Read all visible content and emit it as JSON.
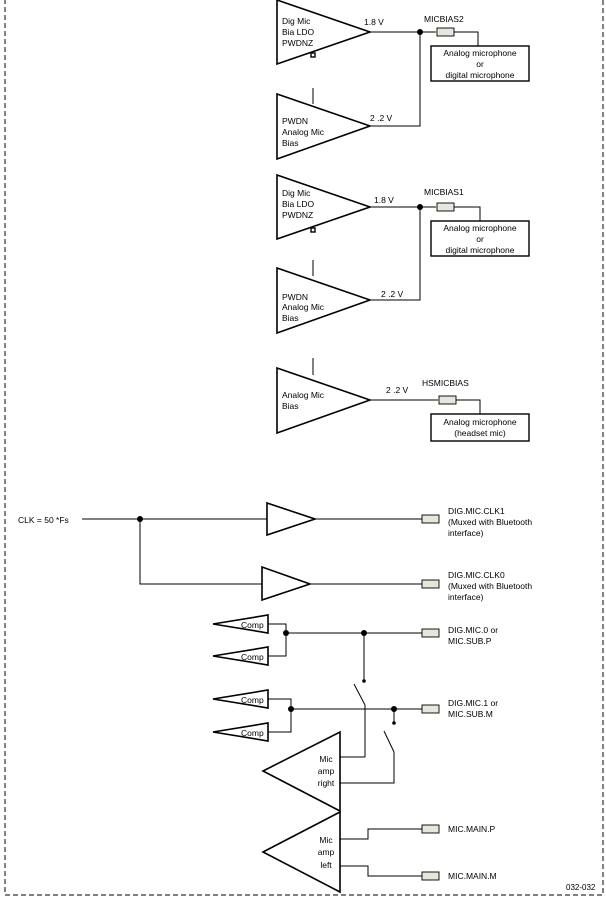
{
  "mic_bias_2": {
    "ldo_label": [
      "Dig Mic",
      "Bia LDO",
      "PWDNZ"
    ],
    "ldo_voltage": "1.8 V",
    "bias_label": [
      "PWDN",
      "Analog Mic",
      "Bias"
    ],
    "bias_voltage": "2 .2 V",
    "pin": "MICBIAS2",
    "load": [
      "Analog microphone",
      "or",
      "digital microphone"
    ]
  },
  "mic_bias_1": {
    "ldo_label": [
      "Dig Mic",
      "Bia LDO",
      "PWDNZ"
    ],
    "ldo_voltage": "1.8 V",
    "bias_label": [
      "PWDN",
      "Analog Mic",
      "Bias"
    ],
    "bias_voltage": "2 .2 V",
    "pin": "MICBIAS1",
    "load": [
      "Analog microphone",
      "or",
      "digital microphone"
    ]
  },
  "headset_bias": {
    "bias_label": [
      "Analog Mic",
      "Bias"
    ],
    "bias_voltage": "2 .2 V",
    "pin": "HSMICBIAS",
    "load": [
      "Analog microphone",
      "(headset mic)"
    ]
  },
  "clock": {
    "input": "CLK = 50 *Fs",
    "out1": [
      "DIG.MIC.CLK1",
      "(Muxed with Bluetooth",
      "interface)"
    ],
    "out0": [
      "DIG.MIC.CLK0",
      "(Muxed with Bluetooth",
      "interface)"
    ]
  },
  "comparators": {
    "label": "Comp",
    "pin0": [
      "DIG.MIC.0 or",
      "MIC.SUB.P"
    ],
    "pin1": [
      "DIG.MIC.1 or",
      "MIC.SUB.M"
    ]
  },
  "mic_amp_right": [
    "Mic",
    "amp",
    "right"
  ],
  "mic_amp_left": [
    "Mic",
    "amp",
    "left"
  ],
  "main_pins": [
    "MIC.MAIN.P",
    "MIC.MAIN.M"
  ],
  "figure_id": "032-032"
}
